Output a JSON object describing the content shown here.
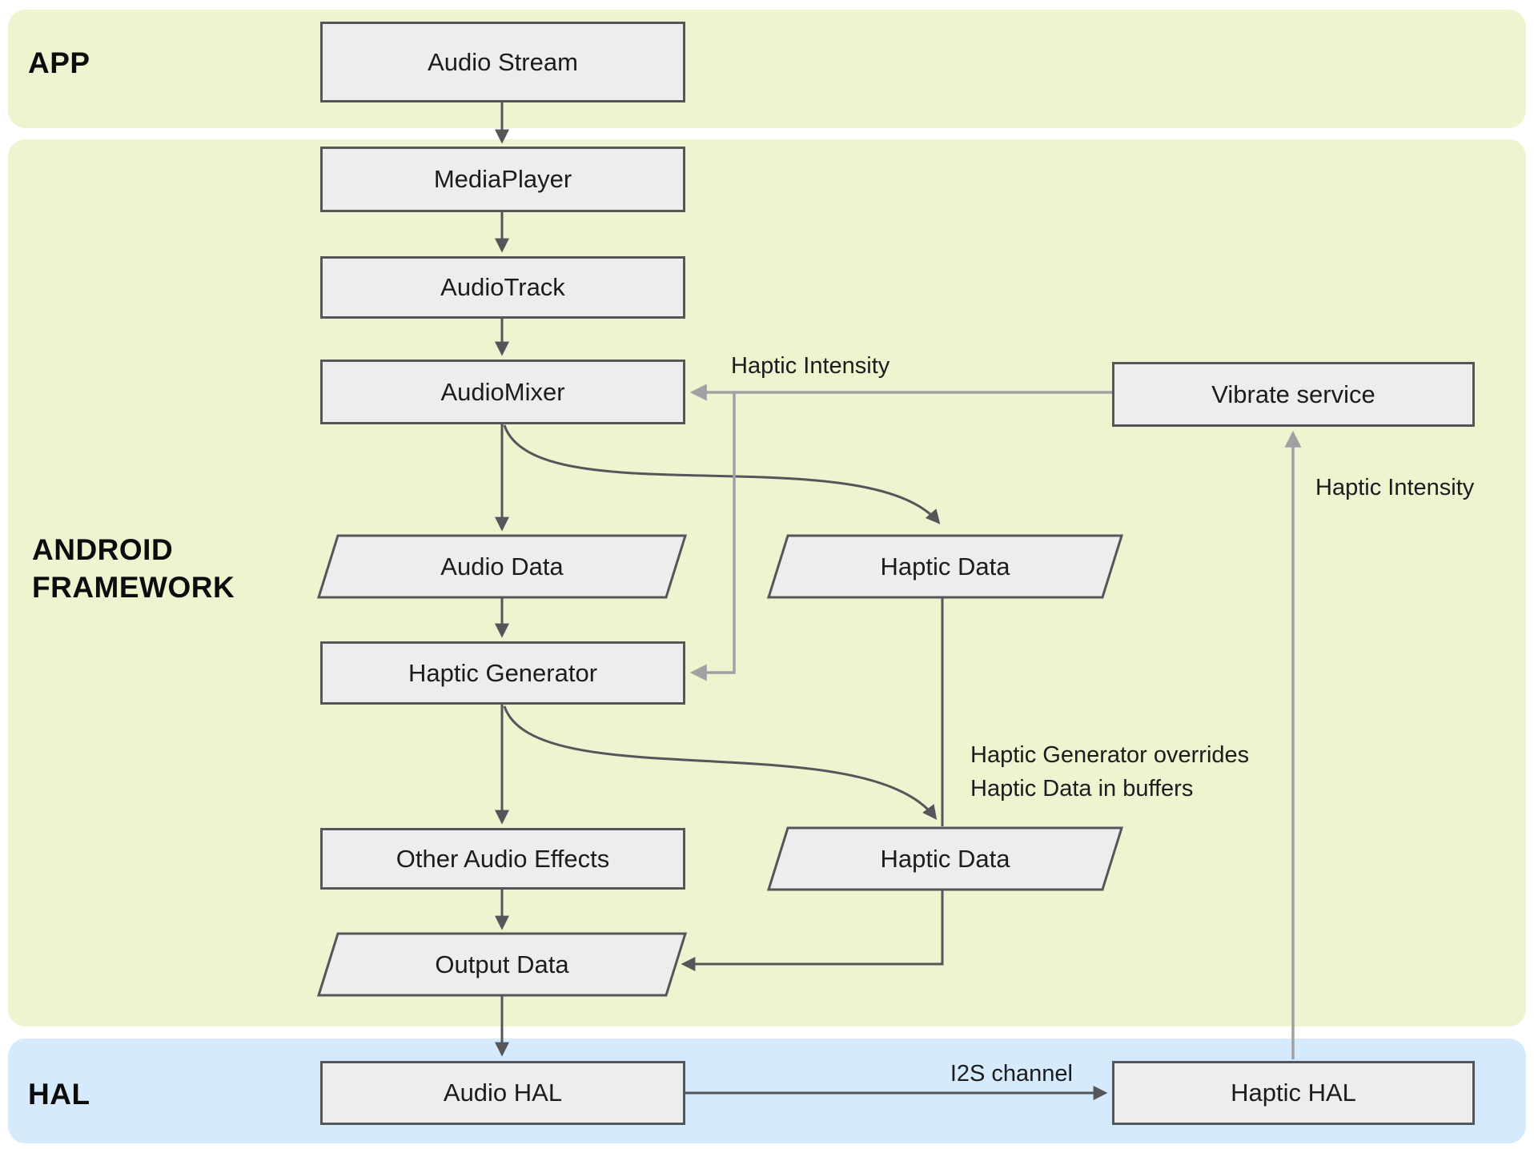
{
  "bands": {
    "app": {
      "label": "APP"
    },
    "framework": {
      "label": "ANDROID\nFRAMEWORK"
    },
    "hal": {
      "label": "HAL"
    }
  },
  "nodes": {
    "audio_stream": {
      "label": "Audio Stream",
      "shape": "rect"
    },
    "media_player": {
      "label": "MediaPlayer",
      "shape": "rect"
    },
    "audio_track": {
      "label": "AudioTrack",
      "shape": "rect"
    },
    "audio_mixer": {
      "label": "AudioMixer",
      "shape": "rect"
    },
    "audio_data": {
      "label": "Audio Data",
      "shape": "parallelogram"
    },
    "haptic_data_upper": {
      "label": "Haptic Data",
      "shape": "parallelogram"
    },
    "haptic_generator": {
      "label": "Haptic Generator",
      "shape": "rect"
    },
    "other_audio_effects": {
      "label": "Other Audio Effects",
      "shape": "rect"
    },
    "haptic_data_lower": {
      "label": "Haptic Data",
      "shape": "parallelogram"
    },
    "output_data": {
      "label": "Output Data",
      "shape": "parallelogram"
    },
    "vibrate_service": {
      "label": "Vibrate service",
      "shape": "rect"
    },
    "audio_hal": {
      "label": "Audio HAL",
      "shape": "rect"
    },
    "haptic_hal": {
      "label": "Haptic HAL",
      "shape": "rect"
    }
  },
  "edge_labels": {
    "haptic_intensity_to_mixer": "Haptic Intensity",
    "haptic_intensity_to_vibrate": "Haptic Intensity",
    "override_note": "Haptic Generator overrides\nHaptic Data in buffers",
    "i2s_channel": "I2S channel"
  },
  "colors": {
    "app_band": "#ecf4d0",
    "framework_band": "#ecf4d0",
    "hal_band": "#d5eafc",
    "node_fill": "#ededee",
    "node_border": "#55565a",
    "arrow_dark": "#55565a",
    "arrow_gray": "#a0a1a3",
    "text": "#1c1c1c"
  }
}
